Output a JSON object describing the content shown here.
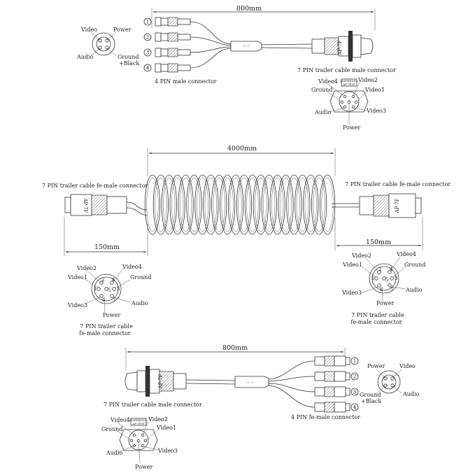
{
  "top": {
    "length_label": "800mm",
    "male_connector_label": "7 PIN trailer cable male connector",
    "four_pin_label": "4 PIN male connector",
    "numbers": [
      "①",
      "②",
      "③",
      "④"
    ],
    "four_pin_pins": {
      "video": "Video",
      "power": "Power",
      "audio": "Audio",
      "ground": "Ground",
      "black": "+Black"
    },
    "seven_pin_pins": {
      "video4": "Video4",
      "video2": "Video2",
      "ground": "Ground",
      "video1": "Video1",
      "audio": "Audio",
      "video3": "Video3",
      "power": "Power"
    },
    "plug_mark": "AMPHENOL AP-7F5P"
  },
  "middle": {
    "length_label": "4000mm",
    "left_connector_label": "7 PIN trailer cable fe-male connector",
    "right_connector_label": "7 PIN trailer cable fe-male connector",
    "left_offset": "150mm",
    "right_offset": "150mm",
    "left_face": {
      "video2": "Video2",
      "video4": "Video4",
      "video1": "Video1",
      "ground": "Ground",
      "video3": "Video3",
      "audio": "Audio",
      "power": "Power",
      "caption_line1": "7 PIN trailer cable",
      "caption_line2": "fe-male connector"
    },
    "right_face": {
      "video2": "Video2",
      "video4": "Video4",
      "video1": "Video1",
      "ground": "Ground",
      "video3": "Video3",
      "audio": "Audio",
      "power": "Power",
      "caption_line1": "7 PIN trailer cable",
      "caption_line2": "fe-male connector"
    },
    "pin_numbers": [
      "1",
      "2",
      "3",
      "4",
      "5",
      "6",
      "7"
    ]
  },
  "bottom": {
    "length_label": "800mm",
    "male_connector_label": "7 PIN trailer cable male connector",
    "four_pin_label": "4 PIN fe-male connector",
    "numbers": [
      "①",
      "②",
      "③",
      "④"
    ],
    "four_pin_pins": {
      "power": "Power",
      "video": "Video",
      "ground": "Ground",
      "black": "+Black",
      "audio": "Audio"
    },
    "seven_pin_pins": {
      "video4": "Video4",
      "video2": "Video2",
      "ground": "Ground",
      "video1": "Video1",
      "audio": "Audio",
      "video3": "Video3",
      "power": "Power"
    },
    "plug_mark": "AMPHENOL AP-7F5P"
  }
}
